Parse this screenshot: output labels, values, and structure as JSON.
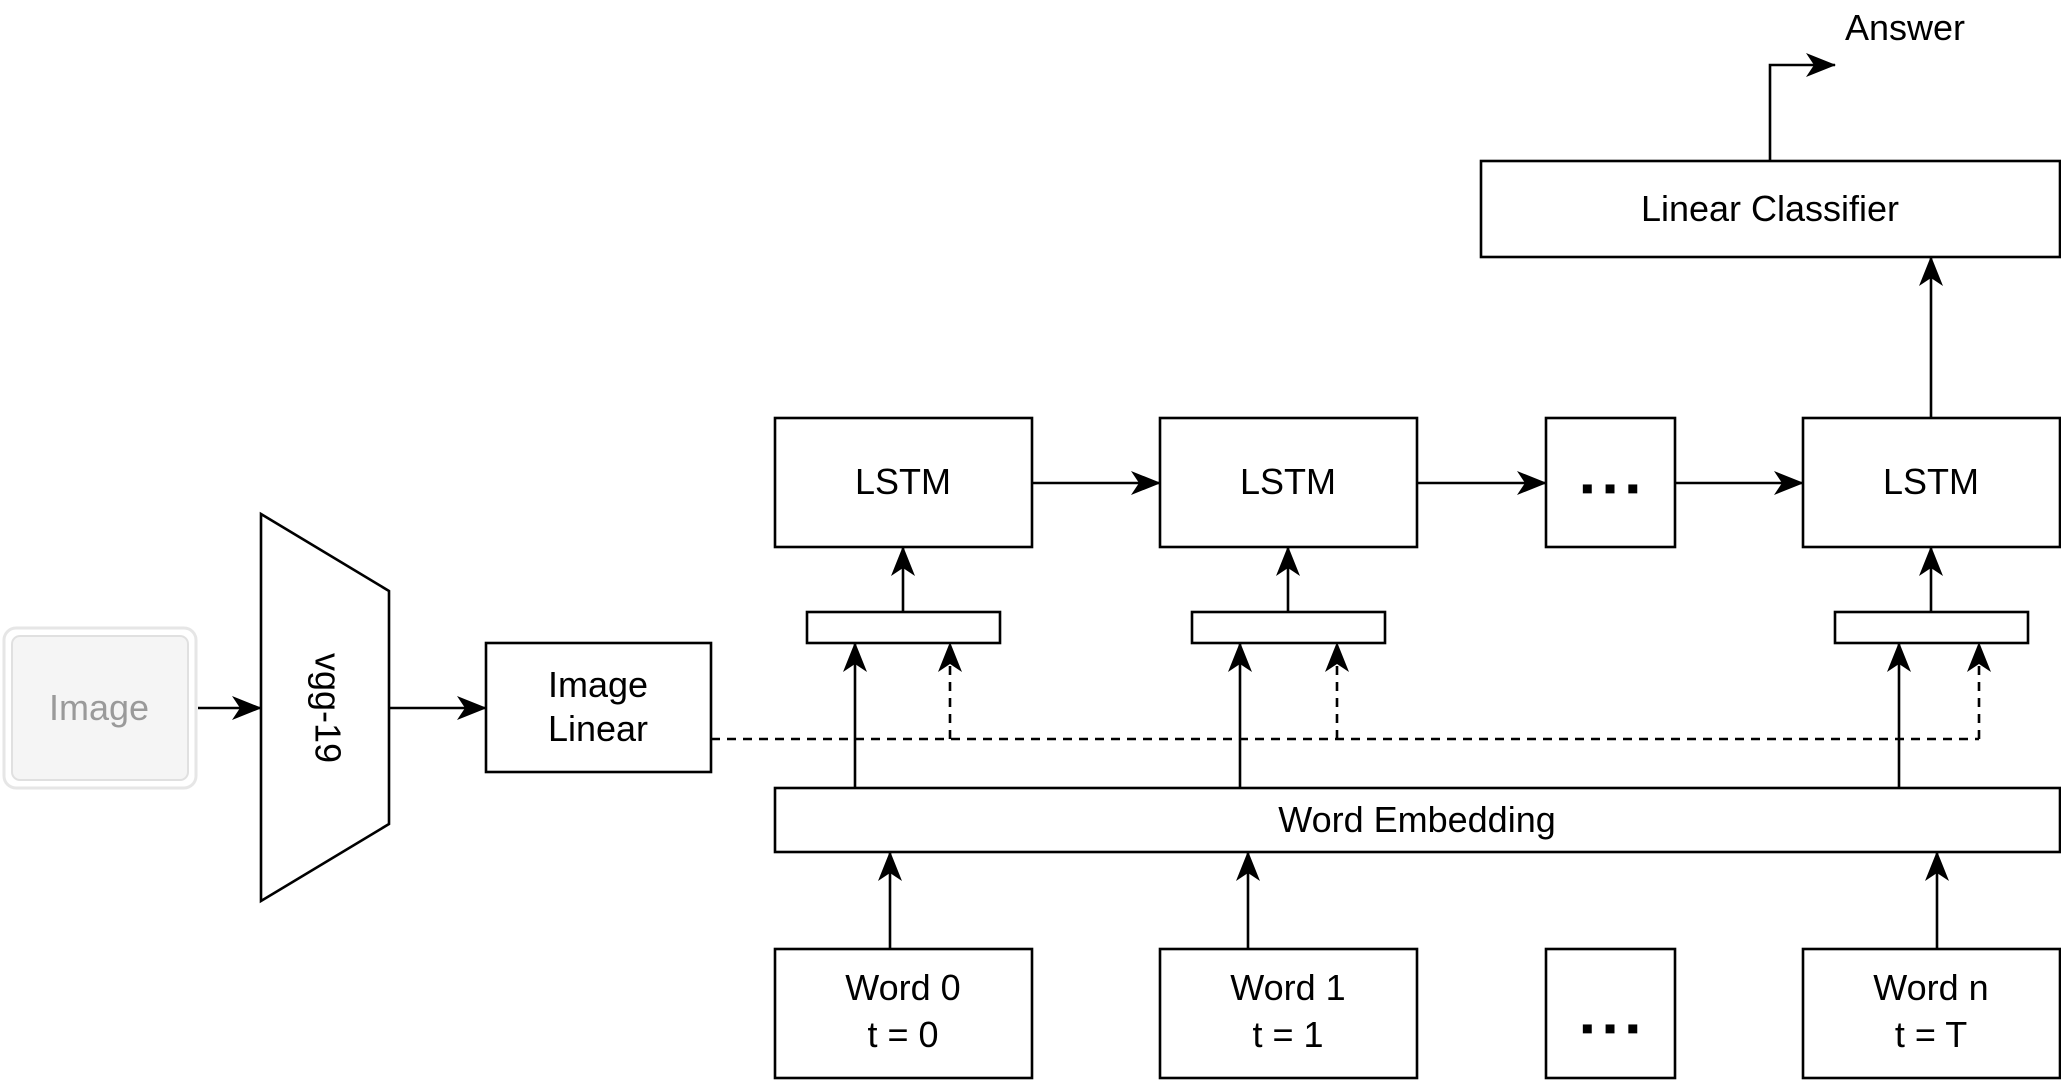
{
  "diagram": {
    "input_image_label": "Image",
    "encoder_label": "vgg-19",
    "image_linear_line1": "Image",
    "image_linear_line2": "Linear",
    "lstm_labels": [
      "LSTM",
      "LSTM",
      "LSTM"
    ],
    "ellipsis_symbol": "▪ ▪ ▪",
    "word_embedding_label": "Word Embedding",
    "classifier_label": "Linear Classifier",
    "answer_label": "Answer",
    "words": [
      {
        "line1": "Word 0",
        "line2": "t = 0"
      },
      {
        "line1": "Word 1",
        "line2": "t = 1"
      },
      {
        "line1": "Word n",
        "line2": "t = T"
      }
    ]
  }
}
